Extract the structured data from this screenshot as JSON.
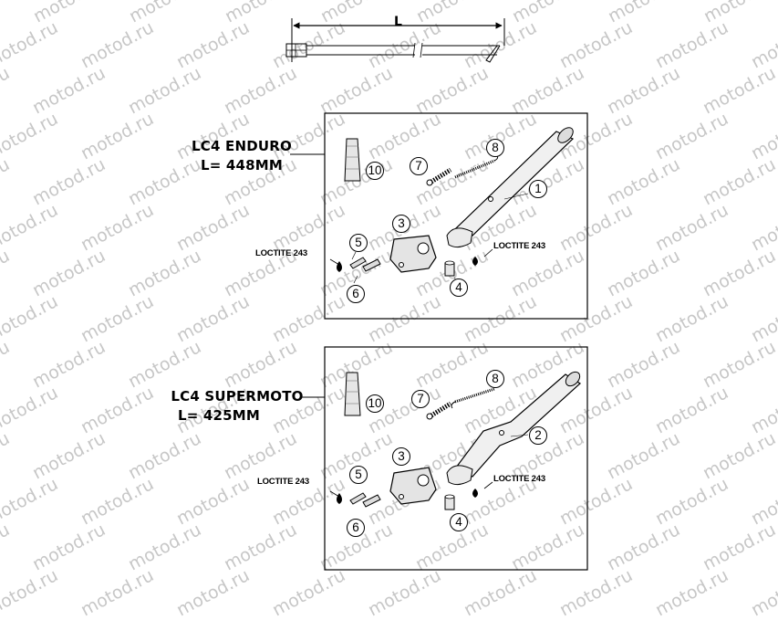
{
  "watermark": "motod.ru",
  "dimension_label": "L",
  "panels": [
    {
      "model": "LC4 ENDURO",
      "length": "L= 448MM",
      "loctite_left": "LOCTITE 243",
      "loctite_right": "LOCTITE 243",
      "callouts": [
        "1",
        "3",
        "4",
        "5",
        "6",
        "7",
        "8",
        "10"
      ]
    },
    {
      "model": "LC4 SUPERMOTO",
      "length": "L= 425MM",
      "loctite_left": "LOCTITE 243",
      "loctite_right": "LOCTITE 243",
      "callouts": [
        "2",
        "3",
        "4",
        "5",
        "6",
        "7",
        "8",
        "10"
      ]
    }
  ]
}
